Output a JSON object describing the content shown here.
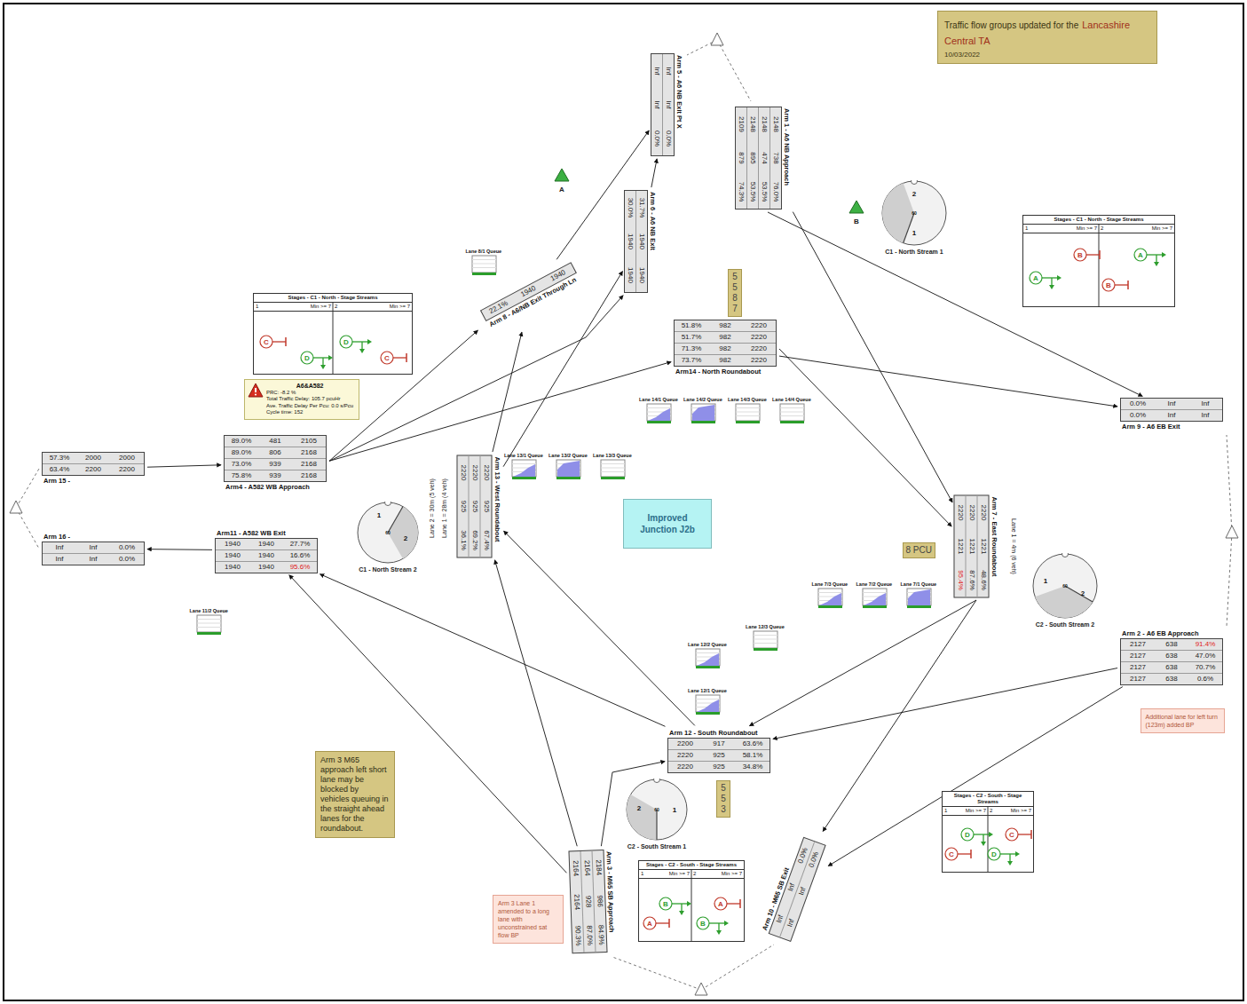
{
  "diagram": {
    "nodes": [
      {
        "text": [
          "Traffic flow groups updated for the",
          "Lancashire Central TA",
          "10/03/2022"
        ]
      },
      {
        "text": [
          "Arm 5 - A6 NB Exit Pt X",
          "Inf",
          "Inf",
          "0.0%",
          "Inf",
          "Inf",
          "0.0%"
        ]
      },
      {
        "text": [
          "Arm 1 - A6 NB Approach",
          "2148",
          "738",
          "76.0%",
          "2148",
          "474",
          "53.5%",
          "2148",
          "895",
          "53.5%",
          "2109",
          "879",
          "74.3%"
        ]
      },
      {
        "text": [
          "C1 - North Stream 1",
          "2",
          "1",
          "60"
        ]
      },
      {
        "text": [
          "Stages - C1 - North - Stage Streams",
          "1",
          "Min >= 7",
          "2",
          "Min >= 7",
          "A",
          "B",
          "B",
          "A"
        ]
      },
      {
        "text": [
          "Arm 6 - A6 NB Exit",
          "31.7%",
          "1940",
          "1940",
          "30.0%",
          "1940",
          "1940"
        ]
      },
      {
        "text": [
          "Lane 8/1 Queue"
        ]
      },
      {
        "text": [
          "Arm 8 - A6/NB Exit Through Ln",
          "22.1%",
          "1940",
          "1940"
        ]
      },
      {
        "text": [
          "5 5 8 7"
        ]
      },
      {
        "text": [
          "Stages - C1 - North - Stage Streams",
          "1",
          "Min >= 7",
          "2",
          "Min >= 7",
          "C",
          "D",
          "D",
          "C"
        ]
      },
      {
        "text": [
          "Arm14 - North Roundabout",
          "51.8%",
          "982",
          "2220",
          "51.7%",
          "982",
          "2220",
          "71.3%",
          "982",
          "2220",
          "73.7%",
          "982",
          "2220"
        ]
      },
      {
        "text": [
          "A6&A582",
          "PRC: -8.2 %",
          "Total Traffic Delay: 105.7 pcuHr",
          "Ave. Traffic Delay Per Pcu: 0.0 s/Pcu",
          "Cycle time: 152"
        ]
      },
      {
        "text": [
          "Lane 14/1 Queue"
        ]
      },
      {
        "text": [
          "Lane 14/2 Queue"
        ]
      },
      {
        "text": [
          "Lane 14/3 Queue"
        ]
      },
      {
        "text": [
          "Lane 14/4 Queue"
        ]
      },
      {
        "text": [
          "Arm 9 - A6 EB Exit",
          "0.0%",
          "Inf",
          "Inf",
          "0.0%",
          "Inf",
          "Inf"
        ]
      },
      {
        "text": [
          "Arm 15 -",
          "57.3%",
          "2000",
          "2000",
          "63.4%",
          "2200",
          "2200"
        ]
      },
      {
        "text": [
          "Arm4 - A582 WB Approach",
          "89.0%",
          "481",
          "2105",
          "89.0%",
          "806",
          "2168",
          "73.0%",
          "939",
          "2168",
          "75.8%",
          "939",
          "2168"
        ]
      },
      {
        "text": [
          "Arm 13 - West Roundabout",
          "2220",
          "925",
          "67.4%",
          "2220",
          "925",
          "69.2%",
          "2220",
          "925",
          "36.1%"
        ]
      },
      {
        "text": [
          "Lane 13/1 Queue"
        ]
      },
      {
        "text": [
          "Lane 13/2 Queue"
        ]
      },
      {
        "text": [
          "Lane 13/3 Queue"
        ]
      },
      {
        "text": [
          "Improved Junction J2b"
        ]
      },
      {
        "text": [
          "Arm 16 -",
          "Inf",
          "Inf",
          "0.0%",
          "Inf",
          "Inf",
          "0.0%"
        ]
      },
      {
        "text": [
          "Arm11 - A582 WB Exit",
          "1940",
          "1940",
          "27.7%",
          "1940",
          "1940",
          "16.6%",
          "1940",
          "1940",
          "95.6%"
        ]
      },
      {
        "text": [
          "C1 - North Stream 2",
          "1",
          "2",
          "60"
        ]
      },
      {
        "text": [
          "8 PCU"
        ]
      },
      {
        "text": [
          "Arm 7 - East Roundabout",
          "2220",
          "1221",
          "48.6%",
          "2220",
          "1221",
          "87.6%",
          "2220",
          "1221",
          "95.4%"
        ]
      },
      {
        "text": [
          "Lane 7/3 Queue"
        ]
      },
      {
        "text": [
          "Lane 7/2 Queue"
        ]
      },
      {
        "text": [
          "Lane 7/1 Queue"
        ]
      },
      {
        "text": [
          "C2 - South Stream 2",
          "1",
          "2",
          "60"
        ]
      },
      {
        "text": [
          "Lane 11/2 Queue"
        ]
      },
      {
        "text": [
          "Lane 12/3 Queue"
        ]
      },
      {
        "text": [
          "Lane 12/2 Queue"
        ]
      },
      {
        "text": [
          "Arm 2 - A6 EB Approach",
          "2127",
          "638",
          "91.4%",
          "2127",
          "638",
          "47.0%",
          "2127",
          "638",
          "70.7%",
          "2127",
          "638",
          "0.6%"
        ]
      },
      {
        "text": [
          "Lane 12/1 Queue"
        ]
      },
      {
        "text": [
          "Additional lane for left turn (123m) added BP"
        ]
      },
      {
        "text": [
          "Arm 12 - South Roundabout",
          "2200",
          "917",
          "63.6%",
          "2220",
          "925",
          "58.1%",
          "2220",
          "925",
          "34.8%"
        ]
      },
      {
        "text": [
          "Arm 3 M65 approach left short lane may be blocked by vehicles queuing in the straight ahead lanes for the roundabout."
        ]
      },
      {
        "text": [
          "5 5 3"
        ]
      },
      {
        "text": [
          "C2 - South Stream 1",
          "2",
          "1",
          "60"
        ]
      },
      {
        "text": [
          "Stages - C2 - South - Stage Streams",
          "1",
          "Min >= 7",
          "2",
          "Min >= 7",
          "C",
          "D",
          "D",
          "C"
        ]
      },
      {
        "text": [
          "Stages - C2 - South - Stage Streams",
          "1",
          "Min >= 7",
          "2",
          "Min >= 7",
          "A",
          "B",
          "B",
          "A"
        ]
      },
      {
        "text": [
          "Arm 3 Lane 1 amended to a long lane with unconstrained sat flow BP"
        ]
      },
      {
        "text": [
          "Arm 3 - M65 SB Approach",
          "2184",
          "986",
          "84.9%",
          "2164",
          "928",
          "87.0%",
          "2164",
          "2164",
          "90.3%"
        ]
      },
      {
        "text": [
          "Arm 10 - M65 SB Exit",
          "Inf",
          "Inf",
          "0.0%",
          "Inf",
          "Inf",
          "0.0%"
        ]
      }
    ],
    "edges": [
      {
        "from": 17,
        "to": 18,
        "arrow": "to"
      },
      {
        "from": 18,
        "to": 7,
        "arrow": "to"
      },
      {
        "from": 18,
        "to": 5,
        "arrow": "to"
      },
      {
        "from": 18,
        "to": 10,
        "arrow": "to"
      },
      {
        "from": 25,
        "to": 24,
        "arrow": "to"
      },
      {
        "from": 7,
        "to": 1,
        "arrow": "to"
      },
      {
        "from": 5,
        "to": 1,
        "arrow": "to"
      },
      {
        "from": 19,
        "to": 5,
        "arrow": "to"
      },
      {
        "from": 19,
        "to": 7,
        "arrow": "to"
      },
      {
        "from": 10,
        "to": 16,
        "arrow": "to"
      },
      {
        "from": 10,
        "to": 28,
        "arrow": "to"
      },
      {
        "from": 2,
        "to": 28,
        "arrow": "to"
      },
      {
        "from": 2,
        "to": 16,
        "arrow": "to"
      },
      {
        "from": 28,
        "to": 39,
        "arrow": "to"
      },
      {
        "from": 28,
        "to": 47,
        "arrow": "to"
      },
      {
        "from": 36,
        "to": 39,
        "arrow": "to"
      },
      {
        "from": 36,
        "to": 47,
        "arrow": "to"
      },
      {
        "from": 39,
        "to": 25,
        "arrow": "to"
      },
      {
        "from": 39,
        "to": 19,
        "arrow": "to"
      },
      {
        "from": 46,
        "to": 19,
        "arrow": "to"
      },
      {
        "from": 46,
        "to": 25,
        "arrow": "to"
      },
      {
        "from": 46,
        "to": 39,
        "arrow": "to"
      }
    ],
    "labels": [
      "A",
      "B",
      "Lane 1 = 28m (4 veh)",
      "Lane 2 = 30m (5 veh)",
      "Lane 1 = 4m (6 veh)"
    ]
  }
}
